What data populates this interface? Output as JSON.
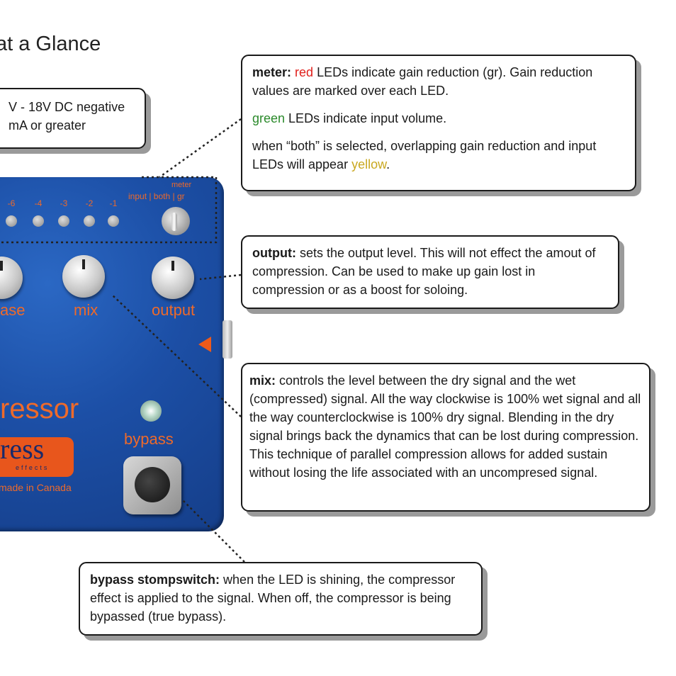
{
  "heading": "at a Glance",
  "power": {
    "line1": "V - 18V DC negative",
    "line2": "mA or greater"
  },
  "meter_box": {
    "title": "meter:",
    "red_word": "red",
    "text1": " LEDs indicate gain reduction (gr).  Gain reduction values are marked over each LED.",
    "green_word": "green",
    "text2": " LEDs indicate input volume.",
    "text3": "when “both” is selected, overlapping gain reduction and input LEDs will appear ",
    "yellow_word": "yellow",
    "text3_end": "."
  },
  "output_box": {
    "title": "output:",
    "text": "  sets the output level.  This will not effect the amout of compression.  Can be used to make up gain lost in compression or as a boost for soloing."
  },
  "mix_box": {
    "title": "mix:",
    "text": "  controls the level between the dry signal and the wet (compressed) signal. All the way clockwise is 100% wet signal and all the way counterclockwise is 100% dry signal. Blending in the dry signal brings back the dynamics that can be lost during compression.  This technique of parallel compression allows for added sustain without losing the life associated with an uncompresed signal."
  },
  "bypass_box": {
    "title": "bypass stompswitch:",
    "text": "  when the LED is shining, the compressor effect is applied to the signal. When off, the compressor is being bypassed (true bypass)."
  },
  "pedal": {
    "meter_title": "meter",
    "meter_options": "input | both | gr",
    "led_labels": [
      "-6",
      "-4",
      "-3",
      "-2",
      "-1"
    ],
    "knob_labels": [
      "ase",
      "mix",
      "output"
    ],
    "brand": "ressor",
    "bypass_label": "bypass",
    "logo": "ress",
    "logo_sub": "effects",
    "made_in": "made in Canada"
  },
  "colors": {
    "pedal_blue": "#1c4fa6",
    "pedal_orange": "#ee6a2a",
    "red": "#e0201c",
    "green": "#2b8a2b",
    "yellow": "#c9a820"
  }
}
